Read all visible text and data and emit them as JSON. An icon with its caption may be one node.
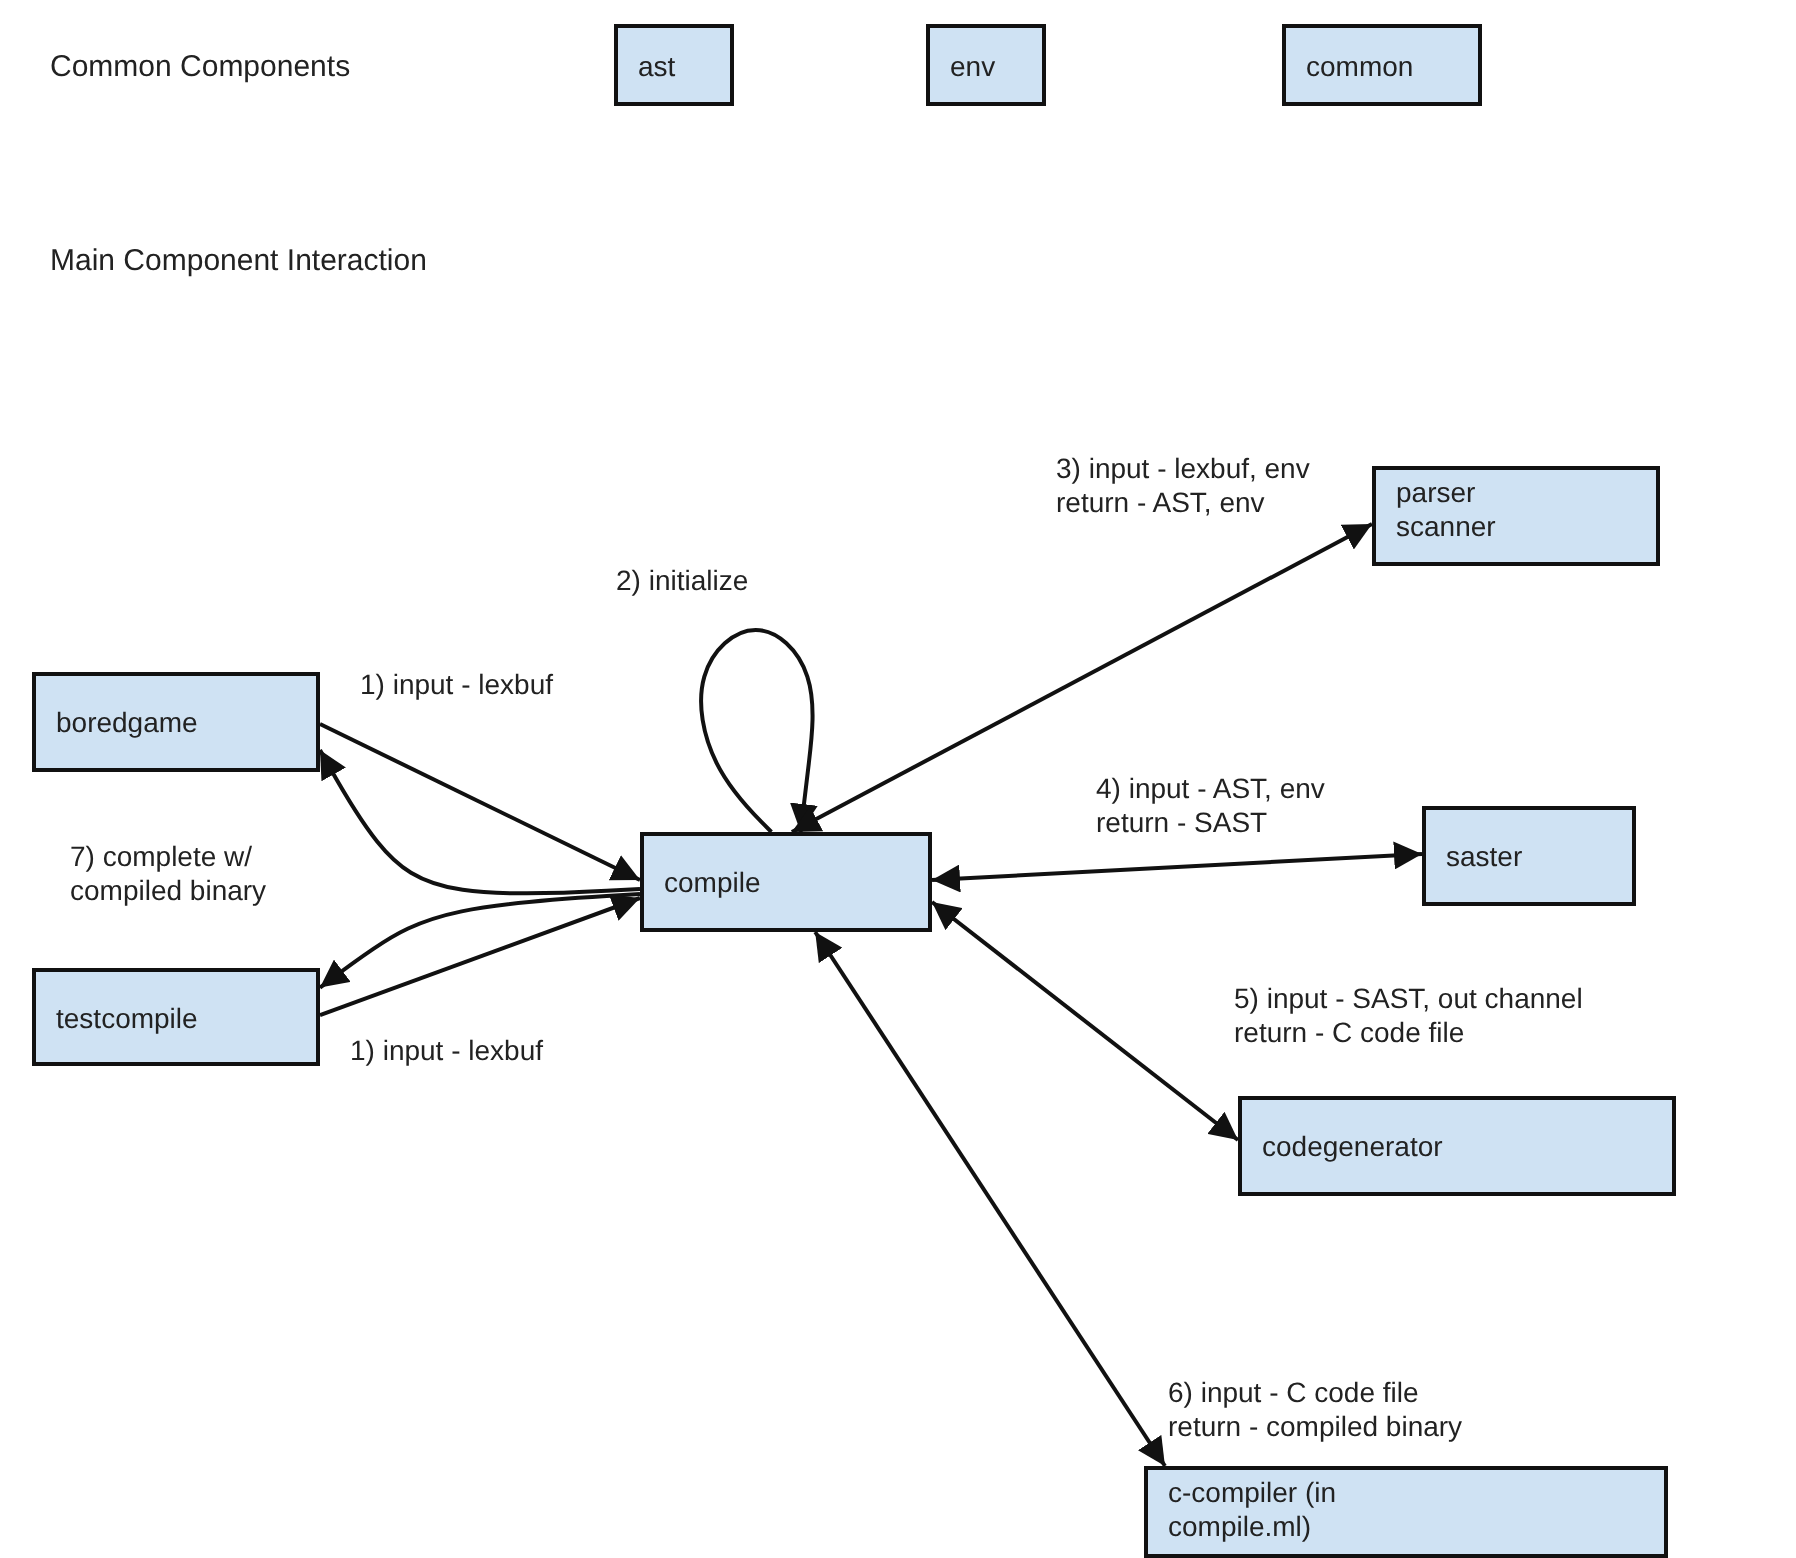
{
  "diagram": {
    "nodes": [
      {
        "text": [
          "ast"
        ]
      },
      {
        "text": [
          "env"
        ]
      },
      {
        "text": [
          "common"
        ]
      },
      {
        "text": [
          "boredgame"
        ]
      },
      {
        "text": [
          "testcompile"
        ]
      },
      {
        "text": [
          "compile"
        ]
      },
      {
        "text": [
          "parser scanner"
        ]
      },
      {
        "text": [
          "saster"
        ]
      },
      {
        "text": [
          "codegenerator"
        ]
      },
      {
        "text": [
          "c-compiler (in compile.ml)"
        ]
      }
    ],
    "edges": [
      {
        "from": 3,
        "to": 5,
        "arrow": "to",
        "label": "1) input - lexbuf"
      },
      {
        "from": 5,
        "to": 3,
        "arrow": "to",
        "label": "7) complete w/ compiled binary"
      },
      {
        "from": 5,
        "to": 4,
        "arrow": "to"
      },
      {
        "from": 4,
        "to": 5,
        "arrow": "to",
        "label": "1) input - lexbuf"
      },
      {
        "from": 5,
        "to": 5,
        "arrow": "to",
        "label": "2) initialize"
      },
      {
        "from": 5,
        "to": 6,
        "arrow": "both",
        "label": "3) input - lexbuf, env return - AST, env"
      },
      {
        "from": 5,
        "to": 7,
        "arrow": "both",
        "label": "4) input - AST, env return - SAST"
      },
      {
        "from": 5,
        "to": 8,
        "arrow": "both",
        "label": "5) input - SAST, out channel return - C code file"
      },
      {
        "from": 5,
        "to": 9,
        "arrow": "both",
        "label": "6) input - C code file return - compiled binary"
      }
    ],
    "labels": [
      "Common Components",
      "Main Component Interaction"
    ]
  }
}
